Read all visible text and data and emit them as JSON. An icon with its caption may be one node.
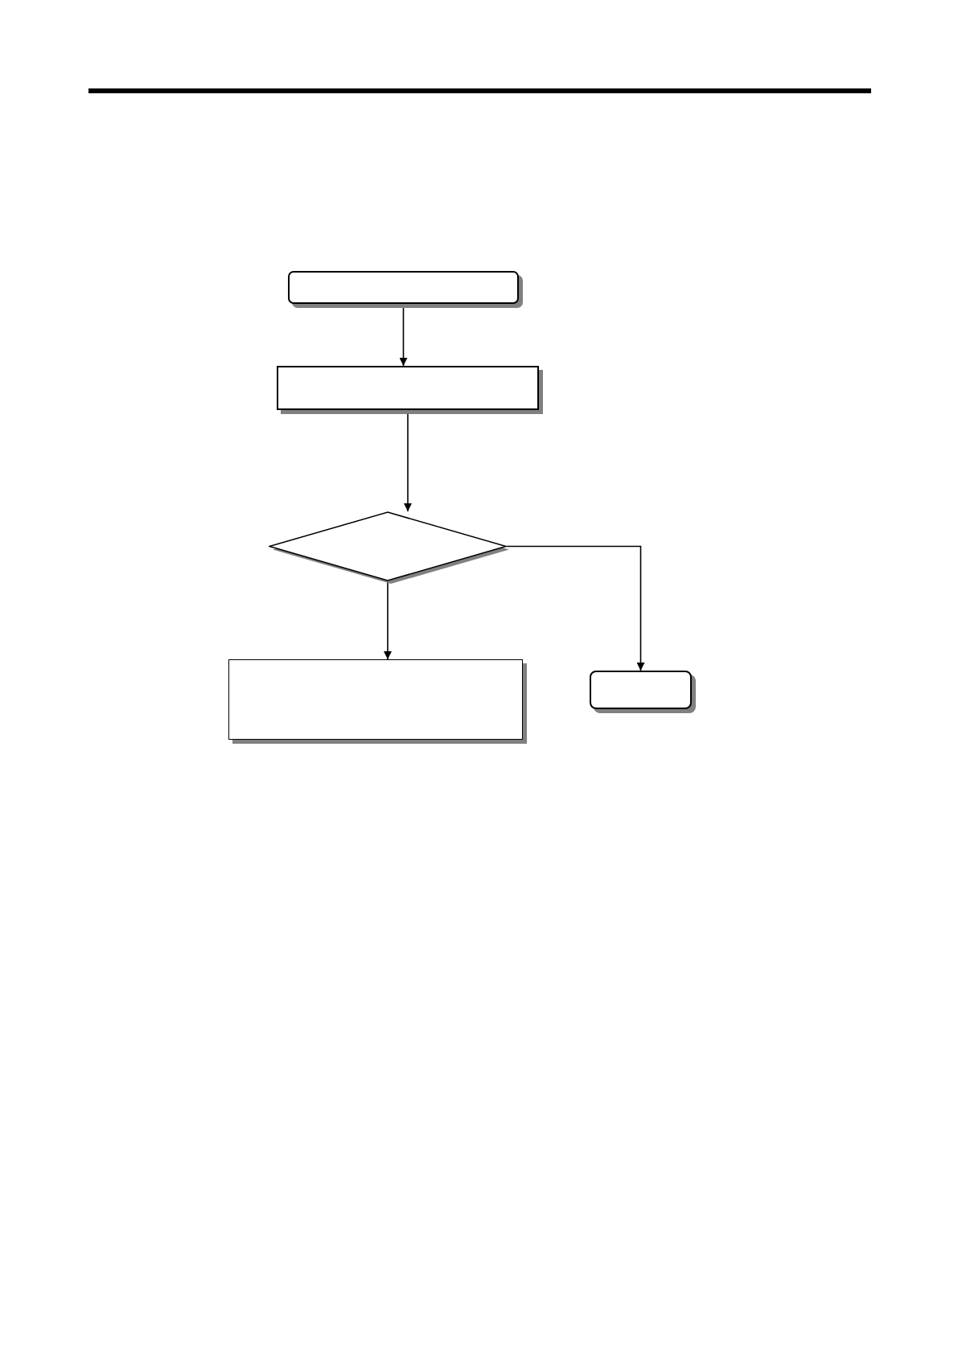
{
  "diagram": {
    "nodes": [
      {
        "text": [],
        "shape": "box"
      },
      {
        "text": [],
        "shape": "box"
      },
      {
        "text": [],
        "shape": "diamond"
      },
      {
        "text": [],
        "shape": "box"
      },
      {
        "text": [],
        "shape": "box"
      }
    ],
    "edges": [
      {
        "from": 0,
        "to": 1,
        "arrow": "to"
      },
      {
        "from": 1,
        "to": 2,
        "arrow": "to"
      },
      {
        "from": 2,
        "to": 3,
        "arrow": "to"
      },
      {
        "from": 2,
        "to": 4,
        "arrow": "to"
      }
    ]
  }
}
